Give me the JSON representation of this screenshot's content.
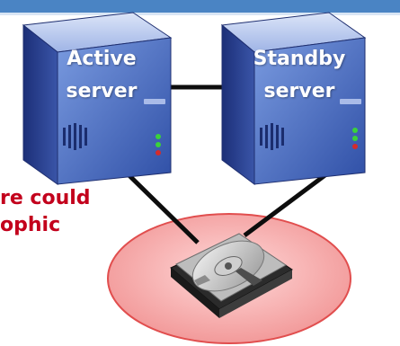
{
  "colors": {
    "top_bar": "#4a84c4",
    "server_front": "#5b7fd0",
    "server_side": "#233a8a",
    "server_top": "#b9c9ef",
    "link_line": "#0d0d0d",
    "storage_ellipse": "#f6b6b6",
    "storage_outline": "#e14e4e",
    "caption_text": "#c3001c"
  },
  "servers": [
    {
      "name": "Active",
      "role": "server",
      "icon": "server-tower-icon"
    },
    {
      "name": "Standby",
      "role": "server",
      "icon": "server-tower-icon"
    }
  ],
  "storage": {
    "icon": "hard-drive-icon"
  },
  "caption": {
    "line1": "re could",
    "line2": "ophic"
  }
}
